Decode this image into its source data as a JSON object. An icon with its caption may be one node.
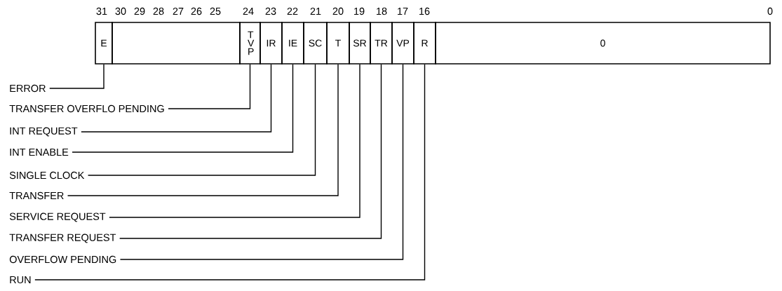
{
  "diagram": {
    "nodes": [
      {
        "text": [
          "E"
        ]
      },
      {
        "text": [],
        "shape": "box"
      },
      {
        "text": [
          "T V P"
        ]
      },
      {
        "text": [
          "IR"
        ]
      },
      {
        "text": [
          "IE"
        ]
      },
      {
        "text": [
          "SC"
        ]
      },
      {
        "text": [
          "T"
        ]
      },
      {
        "text": [
          "SR"
        ]
      },
      {
        "text": [
          "TR"
        ]
      },
      {
        "text": [
          "VP"
        ]
      },
      {
        "text": [
          "R"
        ]
      },
      {
        "text": [
          "0"
        ]
      },
      {
        "text": [
          "ERROR"
        ]
      },
      {
        "text": [
          "TRANSFER OVERFLO PENDING"
        ]
      },
      {
        "text": [
          "INT REQUEST"
        ]
      },
      {
        "text": [
          "INT ENABLE"
        ]
      },
      {
        "text": [
          "SINGLE CLOCK"
        ]
      },
      {
        "text": [
          "TRANSFER"
        ]
      },
      {
        "text": [
          "SERVICE REQUEST"
        ]
      },
      {
        "text": [
          "TRANSFER REQUEST"
        ]
      },
      {
        "text": [
          "OVERFLOW PENDING"
        ]
      },
      {
        "text": [
          "RUN"
        ]
      }
    ],
    "edges": [
      {
        "from": 12,
        "to": 0,
        "arrow": "none"
      },
      {
        "from": 13,
        "to": 2,
        "arrow": "none"
      },
      {
        "from": 14,
        "to": 3,
        "arrow": "none"
      },
      {
        "from": 15,
        "to": 4,
        "arrow": "none"
      },
      {
        "from": 16,
        "to": 5,
        "arrow": "none"
      },
      {
        "from": 17,
        "to": 6,
        "arrow": "none"
      },
      {
        "from": 18,
        "to": 7,
        "arrow": "none"
      },
      {
        "from": 19,
        "to": 8,
        "arrow": "none"
      },
      {
        "from": 20,
        "to": 9,
        "arrow": "none"
      },
      {
        "from": 21,
        "to": 10,
        "arrow": "none"
      }
    ],
    "labels": [
      "31",
      "30",
      "29",
      "28",
      "27",
      "26",
      "25",
      "24",
      "23",
      "22",
      "21",
      "20",
      "19",
      "18",
      "17",
      "16",
      "0"
    ]
  }
}
